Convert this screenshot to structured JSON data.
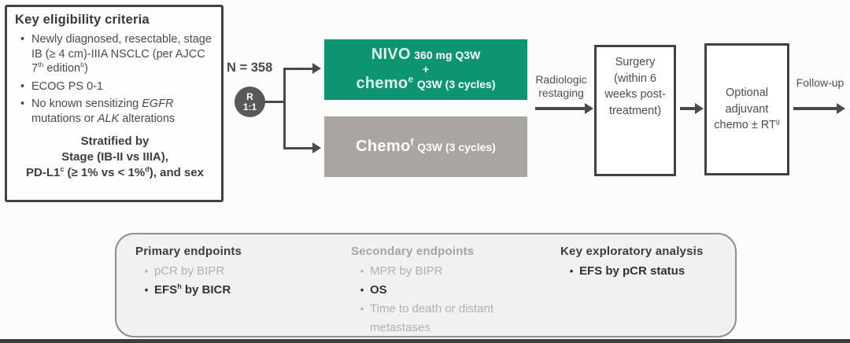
{
  "colors": {
    "nivo_arm_green": "#0d9571",
    "chemo_arm_gray": "#a9a5a1",
    "box_border": "#414141",
    "arrow": "#4a4a4b",
    "randomization_circle": "#57585a",
    "panel_background": "#f1f1ef",
    "muted_text": "#b2b0b0",
    "dark_text": "#3c3c3c"
  },
  "eligibility": {
    "title": "Key eligibility criteria",
    "bullet1_pre": "Newly diagnosed, resectable, stage IB (≥ 4 cm)-IIIA NSCLC (per AJCC 7",
    "bullet1_sup1": "th",
    "bullet1_mid": " edition",
    "bullet1_sup2": "b",
    "bullet1_post": ")",
    "bullet2": "ECOG PS 0-1",
    "bullet3_pre": "No known sensitizing ",
    "bullet3_gene1": "EGFR",
    "bullet3_mid": " mutations or ",
    "bullet3_gene2": "ALK",
    "bullet3_post": " alterations",
    "stratified_title": "Stratified by",
    "stratified_stage": "Stage (IB-II vs IIIA),",
    "stratified_pdl1_pre": "PD-L1",
    "stratified_pdl1_sup1": "c",
    "stratified_pdl1_mid": " (≥ 1% vs < 1%",
    "stratified_pdl1_sup2": "d",
    "stratified_pdl1_post": "), and sex"
  },
  "randomization": {
    "n_label": "N = 358",
    "r_label": "R",
    "ratio": "1:1"
  },
  "arms": {
    "nivo_chemo": {
      "drug1": "NIVO",
      "drug1_dose": "360 mg Q3W",
      "plus": "+",
      "drug2": "chemo",
      "drug2_sup": "e",
      "drug2_schedule": "Q3W (3 cycles)"
    },
    "chemo": {
      "drug": "Chemo",
      "drug_sup": "f",
      "schedule": "Q3W (3 cycles)"
    }
  },
  "flow": {
    "restaging_line1": "Radiologic",
    "restaging_line2": "restaging",
    "surgery_text": "Surgery (within 6 weeks post-treatment)",
    "adjuvant_line1": "Optional",
    "adjuvant_line2": "adjuvant",
    "adjuvant_line3_pre": "chemo ± RT",
    "adjuvant_line3_sup": "g",
    "followup": "Follow-up"
  },
  "endpoints": {
    "primary": {
      "title": "Primary endpoints",
      "item1": "pCR by BIPR",
      "item2_pre": "EFS",
      "item2_sup": "h",
      "item2_post": " by BICR"
    },
    "secondary": {
      "title": "Secondary endpoints",
      "item1": "MPR by BIPR",
      "item2": "OS",
      "item3": "Time to death or distant metastases"
    },
    "exploratory": {
      "title": "Key exploratory analysis",
      "item1": "EFS by pCR status"
    }
  }
}
